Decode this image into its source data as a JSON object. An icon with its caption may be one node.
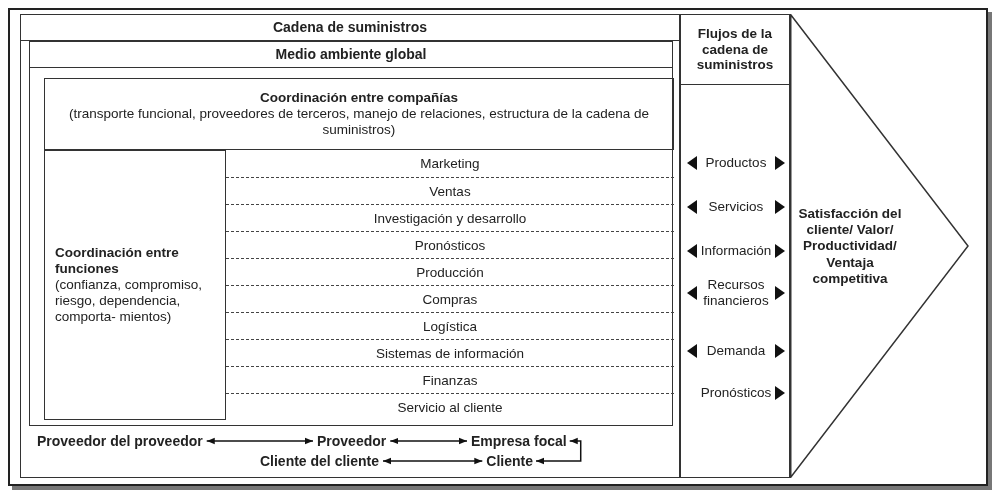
{
  "diagram": {
    "nodes": [
      {
        "text": [
          "Cadena de suministros"
        ]
      },
      {
        "text": [
          "Medio ambiente global"
        ],
        "in": 0
      },
      {
        "text": [
          "Coordinación entre compañías",
          "(transporte funcional, proveedores de terceros, manejo de relaciones, estructura de la cadena de suministros)"
        ],
        "in": 1
      },
      {
        "text": [
          "Coordinación entre funciones",
          "(confianza, compromiso, riesgo, dependencia, comporta- mientos)"
        ],
        "in": 1
      },
      {
        "text": [
          "Marketing"
        ],
        "in": 1
      },
      {
        "text": [
          "Ventas"
        ],
        "in": 1
      },
      {
        "text": [
          "Investigación y desarrollo"
        ],
        "in": 1
      },
      {
        "text": [
          "Pronósticos"
        ],
        "in": 1
      },
      {
        "text": [
          "Producción"
        ],
        "in": 1
      },
      {
        "text": [
          "Compras"
        ],
        "in": 1
      },
      {
        "text": [
          "Logística"
        ],
        "in": 1
      },
      {
        "text": [
          "Sistemas de información"
        ],
        "in": 1
      },
      {
        "text": [
          "Finanzas"
        ],
        "in": 1
      },
      {
        "text": [
          "Servicio al cliente"
        ],
        "in": 1
      },
      {
        "text": [
          "Proveedor del proveedor"
        ],
        "in": 0
      },
      {
        "text": [
          "Proveedor"
        ],
        "in": 0
      },
      {
        "text": [
          "Empresa focal"
        ],
        "in": 0
      },
      {
        "text": [
          "Cliente del cliente"
        ],
        "in": 0
      },
      {
        "text": [
          "Cliente"
        ],
        "in": 0
      },
      {
        "text": [
          "Flujos de la cadena de suministros"
        ]
      },
      {
        "text": [
          "Productos"
        ],
        "in": 19
      },
      {
        "text": [
          "Servicios"
        ],
        "in": 19
      },
      {
        "text": [
          "Información"
        ],
        "in": 19
      },
      {
        "text": [
          "Recursos financieros"
        ],
        "in": 19
      },
      {
        "text": [
          "Demanda"
        ],
        "in": 19
      },
      {
        "text": [
          "Pronósticos"
        ],
        "in": 19
      },
      {
        "text": [
          "Satisfacción del cliente/ Valor/ Productividad/ Ventaja competitiva"
        ]
      }
    ],
    "edges": [
      {
        "from": 14,
        "to": 15,
        "arrow": "both"
      },
      {
        "from": 15,
        "to": 16,
        "arrow": "both"
      },
      {
        "from": 16,
        "to": 18,
        "arrow": "both"
      },
      {
        "from": 17,
        "to": 18,
        "arrow": "both"
      }
    ]
  }
}
